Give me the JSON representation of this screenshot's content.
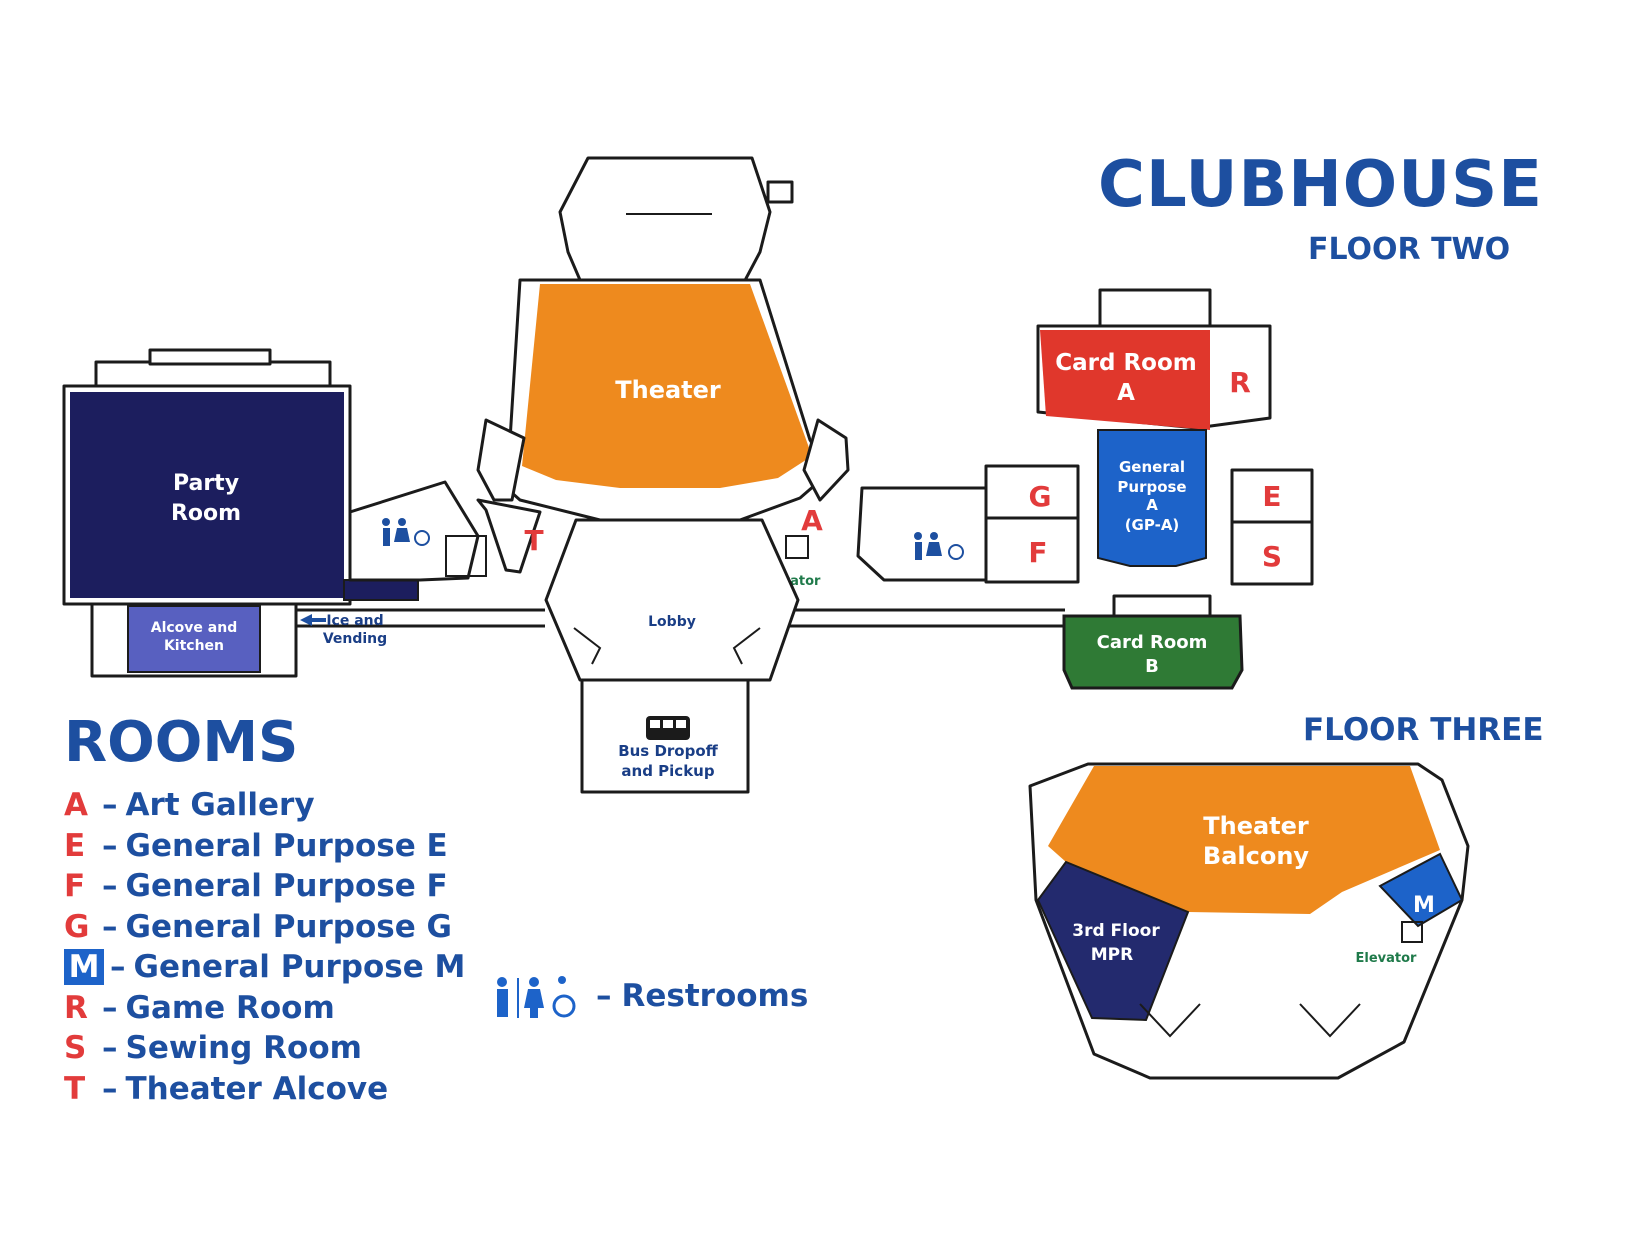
{
  "header": {
    "title": "CLUBHOUSE",
    "floor_two": "FLOOR TWO",
    "floor_three": "FLOOR THREE"
  },
  "colors": {
    "brand_blue": "#1d4fa0",
    "letter_red": "#e23b3b",
    "theater_orange": "#ee8a1e",
    "party_navy": "#1c1e5e",
    "card_a_red": "#e0372c",
    "gp_a_blue": "#1d63c9",
    "card_b_green": "#2f7a35",
    "alcove_purple": "#5860c0",
    "mpr_navy": "#232a6e",
    "elevator_green": "#1f7a4a"
  },
  "rooms_floor_two": {
    "theater": "Theater",
    "party_room_line1": "Party",
    "party_room_line2": "Room",
    "alcove_line1": "Alcove and",
    "alcove_line2": "Kitchen",
    "ice_line1": "Ice and",
    "ice_line2": "Vending",
    "card_a_line1": "Card Room",
    "card_a_line2": "A",
    "gp_a_line1": "General",
    "gp_a_line2": "Purpose",
    "gp_a_line3": "A",
    "gp_a_line4": "(GP-A)",
    "card_b_line1": "Card Room",
    "card_b_line2": "B",
    "lobby": "Lobby",
    "bus_line1": "Bus Dropoff",
    "bus_line2": "and Pickup",
    "elevator": "Elevator",
    "letter_t": "T",
    "letter_a": "A",
    "letter_r": "R",
    "letter_g": "G",
    "letter_f": "F",
    "letter_e": "E",
    "letter_s": "S"
  },
  "rooms_floor_three": {
    "balcony_line1": "Theater",
    "balcony_line2": "Balcony",
    "mpr_line1": "3rd Floor",
    "mpr_line2": "MPR",
    "letter_m": "M",
    "elevator": "Elevator"
  },
  "legend": {
    "title": "ROOMS",
    "items": [
      {
        "key": "A",
        "label": "Art Gallery"
      },
      {
        "key": "E",
        "label": "General Purpose E"
      },
      {
        "key": "F",
        "label": "General Purpose F"
      },
      {
        "key": "G",
        "label": "General Purpose G"
      },
      {
        "key": "M",
        "label": "General Purpose M"
      },
      {
        "key": "R",
        "label": "Game Room"
      },
      {
        "key": "S",
        "label": "Sewing Room"
      },
      {
        "key": "T",
        "label": "Theater Alcove"
      }
    ],
    "restrooms_label": "Restrooms",
    "dash": "–"
  }
}
